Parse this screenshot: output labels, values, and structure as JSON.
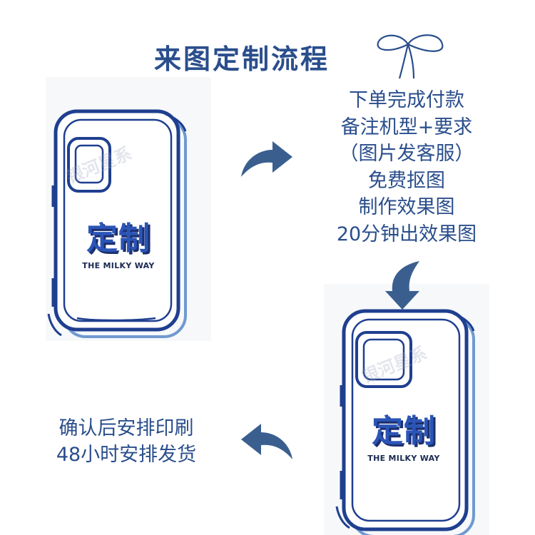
{
  "title": "来图定制流程",
  "steps": [
    "下单完成付款",
    "备注机型+要求",
    "（图片发客服）",
    "免费抠图",
    "制作效果图",
    "20分钟出效果图"
  ],
  "bottom_text": [
    "确认后安排印刷",
    "48小时安排发货"
  ],
  "phone_left": {
    "brand": "定制",
    "subtitle": "THE MILKY WAY",
    "watermark": "银河星系"
  },
  "phone_right": {
    "brand": "定制",
    "subtitle": "THE MILKY WAY",
    "watermark": "银河星系"
  },
  "colors": {
    "text": "#2a4e8c",
    "arrow": "#3a5f8f",
    "outline_dark": "#1f3f8f",
    "outline_light": "#6f9ad0"
  }
}
